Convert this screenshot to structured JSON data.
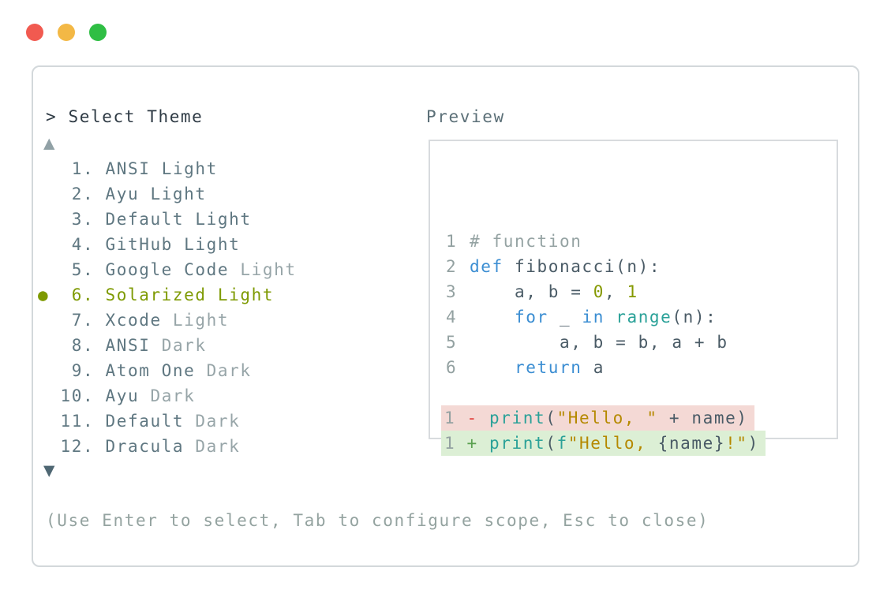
{
  "window": {
    "traffic_lights": [
      {
        "name": "close",
        "color": "#f15a50"
      },
      {
        "name": "minimize",
        "color": "#f3b845"
      },
      {
        "name": "maximize",
        "color": "#2fbe44"
      }
    ]
  },
  "header": {
    "prompt": "> ",
    "title": "Select Theme"
  },
  "preview": {
    "label": "Preview"
  },
  "theme_list": {
    "scroll_up_icon": "▲",
    "scroll_down_icon": "▼",
    "selected_bullet": "●",
    "items": [
      {
        "number": "1.",
        "name": "ANSI",
        "variant": "Light",
        "dim_variant": false,
        "selected": false
      },
      {
        "number": "2.",
        "name": "Ayu",
        "variant": "Light",
        "dim_variant": false,
        "selected": false
      },
      {
        "number": "3.",
        "name": "Default",
        "variant": "Light",
        "dim_variant": false,
        "selected": false
      },
      {
        "number": "4.",
        "name": "GitHub",
        "variant": "Light",
        "dim_variant": false,
        "selected": false
      },
      {
        "number": "5.",
        "name": "Google Code",
        "variant": "Light",
        "dim_variant": true,
        "selected": false
      },
      {
        "number": "6.",
        "name": "Solarized",
        "variant": "Light",
        "dim_variant": false,
        "selected": true
      },
      {
        "number": "7.",
        "name": "Xcode",
        "variant": "Light",
        "dim_variant": true,
        "selected": false
      },
      {
        "number": "8.",
        "name": "ANSI",
        "variant": "Dark",
        "dim_variant": true,
        "selected": false
      },
      {
        "number": "9.",
        "name": "Atom One",
        "variant": "Dark",
        "dim_variant": true,
        "selected": false
      },
      {
        "number": "10.",
        "name": "Ayu",
        "variant": "Dark",
        "dim_variant": true,
        "selected": false
      },
      {
        "number": "11.",
        "name": "Default",
        "variant": "Dark",
        "dim_variant": true,
        "selected": false
      },
      {
        "number": "12.",
        "name": "Dracula",
        "variant": "Dark",
        "dim_variant": true,
        "selected": false
      }
    ]
  },
  "help": {
    "text": "(Use Enter to select, Tab to configure scope, Esc to close)"
  },
  "code_preview": {
    "lines": [
      {
        "num": "1",
        "tokens": [
          [
            "comment",
            "# function"
          ]
        ]
      },
      {
        "num": "2",
        "tokens": [
          [
            "keyword",
            "def"
          ],
          [
            "plain",
            " fibonacci(n):"
          ]
        ]
      },
      {
        "num": "3",
        "tokens": [
          [
            "plain",
            "    a, b = "
          ],
          [
            "number",
            "0"
          ],
          [
            "plain",
            ", "
          ],
          [
            "number",
            "1"
          ]
        ]
      },
      {
        "num": "4",
        "tokens": [
          [
            "plain",
            "    "
          ],
          [
            "keyword",
            "for"
          ],
          [
            "plain",
            " _ "
          ],
          [
            "keyword",
            "in"
          ],
          [
            "plain",
            " "
          ],
          [
            "builtin",
            "range"
          ],
          [
            "plain",
            "(n):"
          ]
        ]
      },
      {
        "num": "5",
        "tokens": [
          [
            "plain",
            "        a, b = b, a + b"
          ]
        ]
      },
      {
        "num": "6",
        "tokens": [
          [
            "plain",
            "    "
          ],
          [
            "keyword",
            "return"
          ],
          [
            "plain",
            " a"
          ]
        ]
      },
      {
        "blank": true
      },
      {
        "diff": "removed",
        "tokens": [
          [
            "linenum",
            "1 "
          ],
          [
            "minus",
            "- "
          ],
          [
            "builtin",
            "print"
          ],
          [
            "plain",
            "("
          ],
          [
            "string",
            "\"Hello, \""
          ],
          [
            "plain",
            " + name)"
          ]
        ]
      },
      {
        "diff": "added",
        "tokens": [
          [
            "linenum",
            "1 "
          ],
          [
            "plus",
            "+ "
          ],
          [
            "builtin",
            "print"
          ],
          [
            "plain",
            "("
          ],
          [
            "builtin",
            "f"
          ],
          [
            "string",
            "\"Hello, "
          ],
          [
            "plain",
            "{name}"
          ],
          [
            "string",
            "!\""
          ],
          [
            "plain",
            ")"
          ]
        ]
      }
    ]
  },
  "colors": {
    "window_red": "#f15a50",
    "window_yellow": "#f3b845",
    "window_green": "#2fbe44",
    "panel_border": "#d3d8db",
    "title_text": "#2e3a44",
    "list_item": "#5f7781",
    "list_item_dim": "#97a5a8",
    "selected_olive": "#7e9a02",
    "arrow_up": "#91a1a6",
    "arrow_down": "#4f6773",
    "help_text": "#94a3a0",
    "preview_label": "#5c7078",
    "preview_border": "#d8dbde",
    "code_plain": "#4a5b66",
    "code_keyword": "#3a8dd2",
    "code_builtin": "#2aa198",
    "code_number": "#859900",
    "code_comment": "#95a3a3",
    "code_string": "#b58900",
    "code_linenum": "#93a1a1",
    "diff_minus": "#e23c38",
    "diff_plus": "#5aa050",
    "diff_removed_bg": "#f4d9d5",
    "diff_added_bg": "#dcefd5"
  }
}
